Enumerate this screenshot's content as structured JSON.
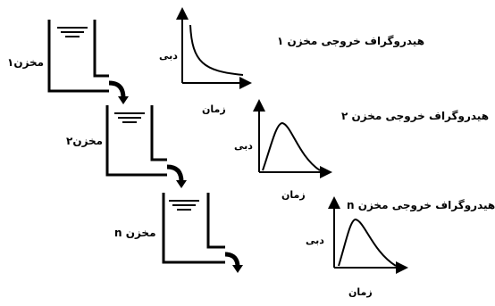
{
  "reservoirs": [
    {
      "label": "مخزن۱",
      "hydrograph_title": "هیدروگراف خروجی مخزن ۱",
      "ylabel": "دبی",
      "xlabel": "زمان"
    },
    {
      "label": "مخزن۲",
      "hydrograph_title": "هیدروگراف خروجی مخزن ۲",
      "ylabel": "دبی",
      "xlabel": "زمان"
    },
    {
      "label": "مخزن n",
      "hydrograph_title": "هیدروگراف خروجی مخزن n",
      "ylabel": "دبی",
      "xlabel": "زمان"
    }
  ],
  "colors": {
    "ink": "#000000",
    "background": "#ffffff"
  }
}
